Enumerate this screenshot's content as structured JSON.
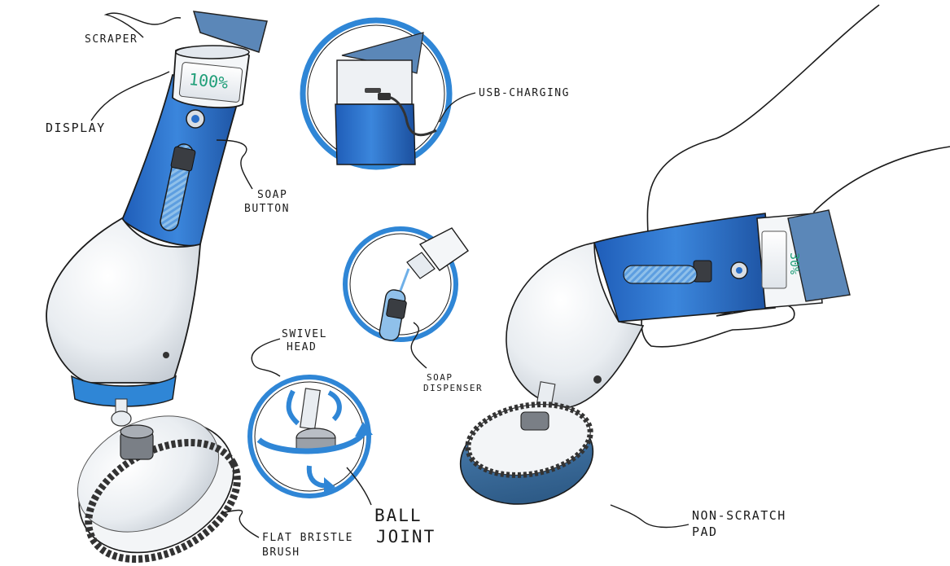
{
  "labels": {
    "scraper": "SCRAPER",
    "display": "DISPLAY",
    "soap_button_line1": "SOAP",
    "soap_button_line2": "BUTTON",
    "usb_charging": "USB-CHARGING",
    "swivel_head_line1": "SWIVEL",
    "swivel_head_line2": "HEAD",
    "soap_dispenser_line1": "SOAP",
    "soap_dispenser_line2": "DISPENSER",
    "ball_joint_line1": "BALL",
    "ball_joint_line2": "JOINT",
    "flat_bristle_brush_line1": "FLAT BRISTLE",
    "flat_bristle_brush_line2": "BRUSH",
    "non_scratch_pad_line1": "NON-SCRATCH",
    "non_scratch_pad_line2": "PAD"
  },
  "displays": {
    "front_battery": "100%",
    "hand_battery": "30%"
  },
  "colors": {
    "body_blue": "#2a6fc9",
    "ring_blue": "#2f86d6",
    "shell_white": "#eef1f4",
    "scraper_blue": "#5b87b8",
    "pad_blue": "#3e6f9c",
    "battery_green": "#1f9e78"
  }
}
